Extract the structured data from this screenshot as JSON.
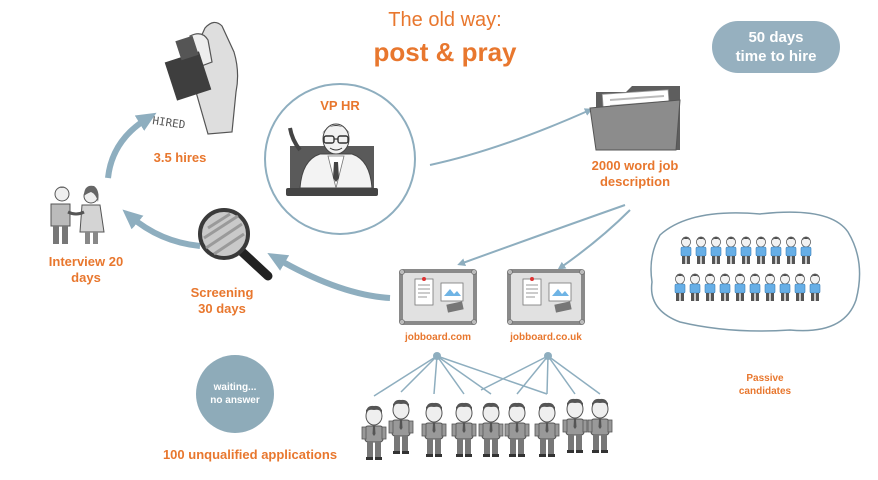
{
  "title": {
    "line1": "The old way:",
    "line2": "post & pray"
  },
  "time_to_hire": {
    "line1": "50 days",
    "line2": "time to hire"
  },
  "stages": {
    "hires": "3.5 hires",
    "stamp": "HIRED",
    "vp_hr": "VP HR",
    "job_description": {
      "line1": "2000 word job",
      "line2": "description"
    },
    "interview": {
      "line1": "Interview 20",
      "line2": "days"
    },
    "screening": {
      "line1": "Screening",
      "line2": "30 days"
    },
    "board_com": "jobboard.com",
    "board_uk": "jobboard.co.uk",
    "waiting": {
      "line1": "waiting...",
      "line2": "no answer"
    },
    "passive": {
      "line1": "Passive",
      "line2": "candidates"
    },
    "applications": "100 unqualified applications"
  },
  "colors": {
    "accent": "#e8772e",
    "arrow": "#8eaebf",
    "pill": "#96b0bf",
    "outline": "#7e9bab",
    "figure_dark": "#555555",
    "figure_shirt": "#999999",
    "passive_shirt": "#66aee6"
  },
  "icons": [
    "stamp-icon",
    "computer-icon",
    "folder-icon",
    "handshake-icon",
    "magnifier-icon",
    "corkboard-icon",
    "person-icon"
  ]
}
